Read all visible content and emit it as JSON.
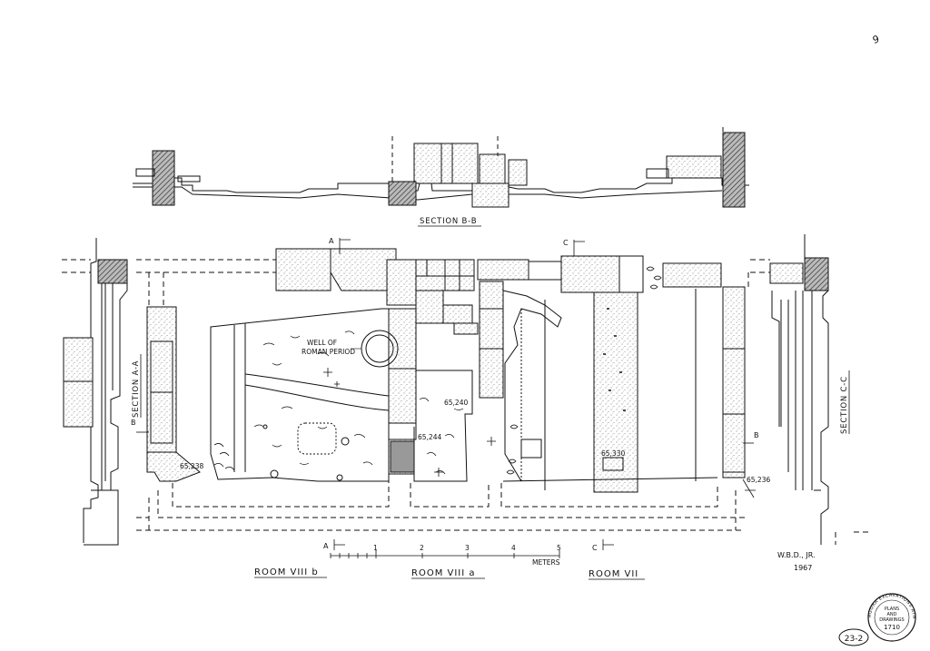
{
  "corner_mark": "9",
  "section_bb": "SECTION B-B",
  "section_aa": "SECTION A-A",
  "section_cc": "SECTION C-C",
  "well_label_line1": "WELL OF",
  "well_label_line2": "ROMAN PERIOD",
  "elevations": [
    "65,238",
    "65,244",
    "65,240",
    "65,330",
    "65,236"
  ],
  "section_markers": {
    "a": "A",
    "b": "B",
    "c": "C"
  },
  "scale": {
    "ticks": [
      "1",
      "2",
      "3",
      "4",
      "5"
    ],
    "unit": "METERS"
  },
  "rooms": [
    "ROOM VIII b",
    "ROOM VIII a",
    "ROOM VII"
  ],
  "credit_line1": "W.B.D., JR.",
  "credit_line2": "1967",
  "stamp": {
    "ring_text": "AGORA EXCAVATIONS ATHENS",
    "line1": "PLANS",
    "line2": "AND",
    "line3": "DRAWINGS",
    "number": "1710"
  },
  "sheet_number": "23-2"
}
